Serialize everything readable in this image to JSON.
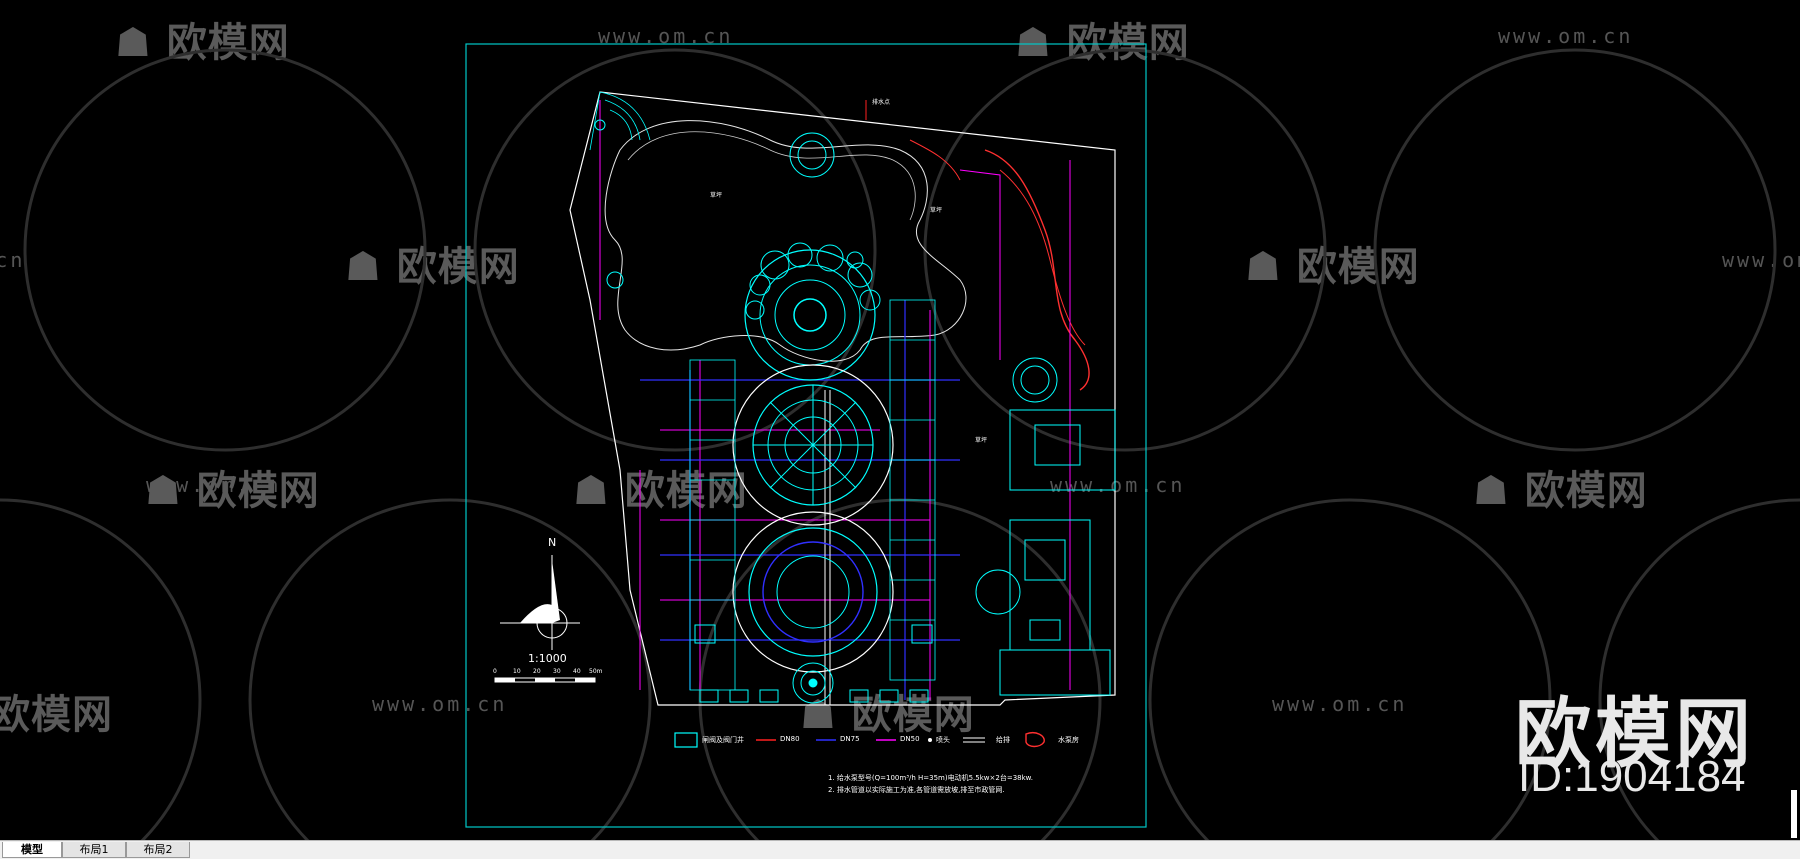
{
  "watermark": {
    "logo_text": "欧模网",
    "url_text": "www.om.cn"
  },
  "brand": {
    "big_text": "欧模网",
    "id_text": "ID:1904184"
  },
  "drawing": {
    "north_label": "N",
    "scale_label": "1:1000",
    "scale_ticks": [
      "0",
      "10",
      "20",
      "30",
      "40",
      "50m"
    ],
    "legend": [
      {
        "label": "闸阀及阀门井",
        "color": "#00ffff"
      },
      {
        "label": "DN80",
        "color": "#ff2020"
      },
      {
        "label": "DN75",
        "color": "#3030ff"
      },
      {
        "label": "DN50",
        "color": "#ff00ff"
      },
      {
        "label": "喷头",
        "color": "#ffffff"
      },
      {
        "label": "给排",
        "color": "#ffffff"
      },
      {
        "label": "水泵房",
        "color": "#ff3030"
      }
    ],
    "notes": [
      "1. 给水泵型号(Q=100m³/h   H=35m)电动机5.5kw×2台=38kw.",
      "2. 排水管道以实际施工为准,各管道需放坡,排至市政管网."
    ],
    "labels": {
      "valve_top": "排水点",
      "lawn_a": "草坪",
      "lawn_b": "草坪",
      "lawn_c": "草坪"
    }
  },
  "tabs": {
    "model": "模型",
    "layout1": "布局1",
    "layout2": "布局2"
  },
  "colors": {
    "cyan": "#00ffff",
    "red": "#ff2020",
    "blue": "#3030ff",
    "magenta": "#ff00ff",
    "white": "#ffffff",
    "watermark": "#5a5a5a"
  }
}
